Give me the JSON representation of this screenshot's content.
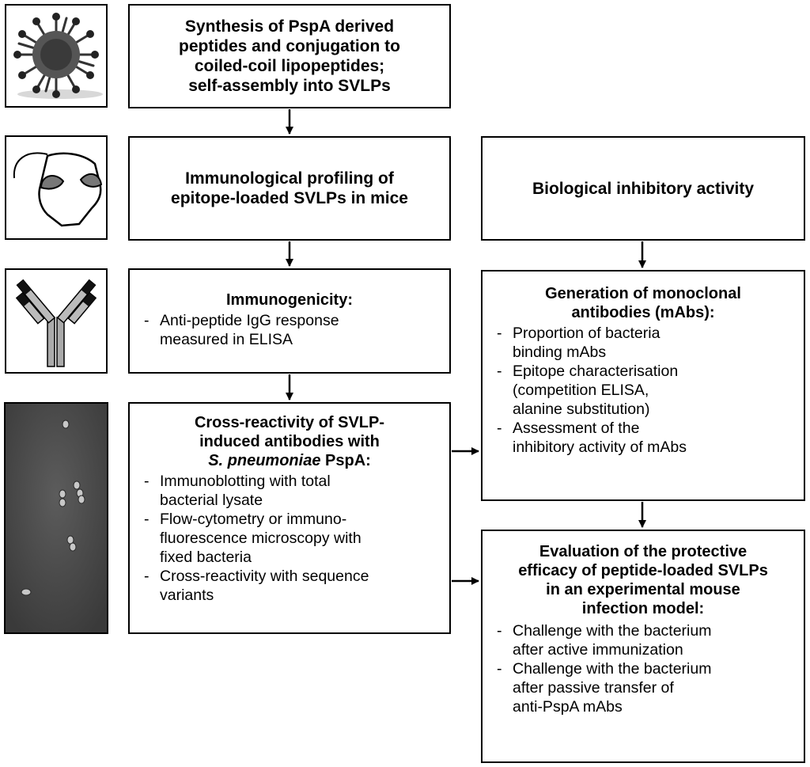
{
  "box_synthesis": {
    "lines": [
      "Synthesis of PspA derived",
      "peptides and conjugation to",
      "coiled-coil lipopeptides;",
      "self-assembly into SVLPs"
    ]
  },
  "box_profiling": {
    "lines": [
      "Immunological profiling of",
      "epitope-loaded SVLPs in mice"
    ]
  },
  "box_inhibitory": {
    "title": "Biological inhibitory activity"
  },
  "box_immunogenicity": {
    "title": "Immunogenicity:",
    "bullets": [
      [
        "Anti-peptide IgG response",
        "measured in ELISA"
      ]
    ]
  },
  "box_mabs": {
    "title_lines": [
      "Generation of monoclonal",
      "antibodies (mAbs):"
    ],
    "bullets": [
      [
        "Proportion of bacteria",
        "binding mAbs"
      ],
      [
        "Epitope characterisation",
        "(competition ELISA,",
        "alanine substitution)"
      ],
      [
        "Assessment of the",
        "inhibitory activity of mAbs"
      ]
    ]
  },
  "box_crossreactivity": {
    "title_lines": [
      "Cross-reactivity of SVLP-",
      "induced antibodies with"
    ],
    "title_italic": "S. pneumoniae",
    "title_rest": " PspA:",
    "bullets": [
      [
        "Immunoblotting with total",
        "bacterial lysate"
      ],
      [
        "Flow-cytometry or immuno-",
        "fluorescence microscopy with",
        "fixed bacteria"
      ],
      [
        "Cross-reactivity with sequence",
        "variants"
      ]
    ]
  },
  "box_protective": {
    "title_lines": [
      "Evaluation of the protective",
      "efficacy of peptide-loaded SVLPs",
      "in an experimental mouse",
      "infection  model:"
    ],
    "bullets": [
      [
        "Challenge with the bacterium",
        "after active immunization"
      ],
      [
        "Challenge with the bacterium",
        "after passive transfer of",
        "anti-PspA mAbs"
      ]
    ]
  },
  "icons": [
    "svlp-particle-icon",
    "mouse-icon",
    "antibody-icon",
    "bacteria-micrograph-icon"
  ]
}
